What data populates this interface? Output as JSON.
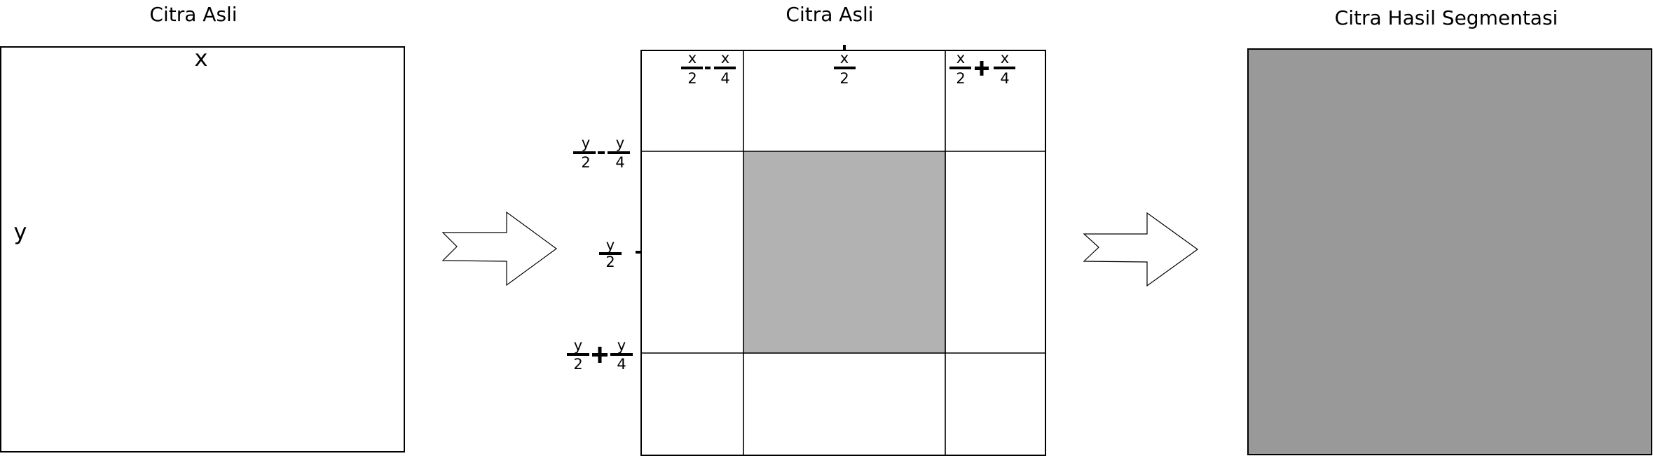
{
  "panels": {
    "left": {
      "title": "Citra Asli",
      "x_label": "x",
      "y_label": "y"
    },
    "middle": {
      "title": "Citra Asli"
    },
    "right": {
      "title": "Citra Hasil Segmentasi"
    }
  },
  "colors": {
    "roi_fill": "#b2b2b2",
    "result_fill": "#999999",
    "stroke": "#000000",
    "background": "#ffffff"
  },
  "fractions": {
    "x_num": "x",
    "y_num": "y",
    "half_den": "2",
    "quarter_den": "4",
    "minus": "-",
    "plus": "+"
  }
}
